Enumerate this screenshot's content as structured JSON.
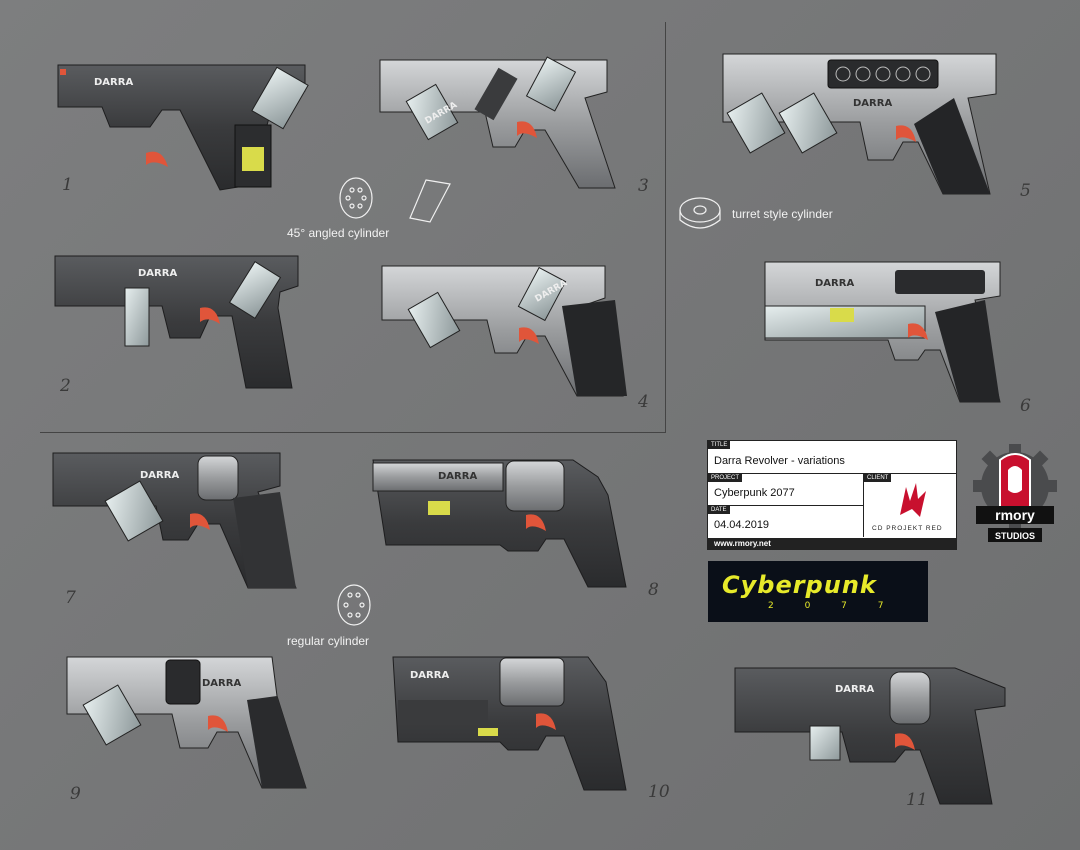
{
  "labels": {
    "n1": "1",
    "n2": "2",
    "n3": "3",
    "n4": "4",
    "n5": "5",
    "n6": "6",
    "n7": "7",
    "n8": "8",
    "n9": "9",
    "n10": "10",
    "n11": "11"
  },
  "brand": {
    "gun_logo_text": "DARRA"
  },
  "notes": {
    "angled": "45° angled cylinder",
    "turret": "turret style cylinder",
    "regular": "regular cylinder"
  },
  "title_block": {
    "title_label": "TITLE",
    "title": "Darra Revolver - variations",
    "project_label": "PROJECT",
    "project": "Cyberpunk 2077",
    "date_label": "DATE",
    "date": "04.04.2019",
    "client_label": "CLIENT",
    "client": "CD PROJEKT RED",
    "url": "www.rmory.net"
  },
  "cyberpunk_banner": {
    "word": "Cyberpunk",
    "year": "2 0 7 7"
  },
  "studio_logo": {
    "name": "rmory",
    "sub": "STUDIOS"
  },
  "colors": {
    "trigger": "#e0553a",
    "body": "#2f3032",
    "metal": "#9a9c9e",
    "glass": "#bfc6c8",
    "accent": "#e7ea2a"
  }
}
